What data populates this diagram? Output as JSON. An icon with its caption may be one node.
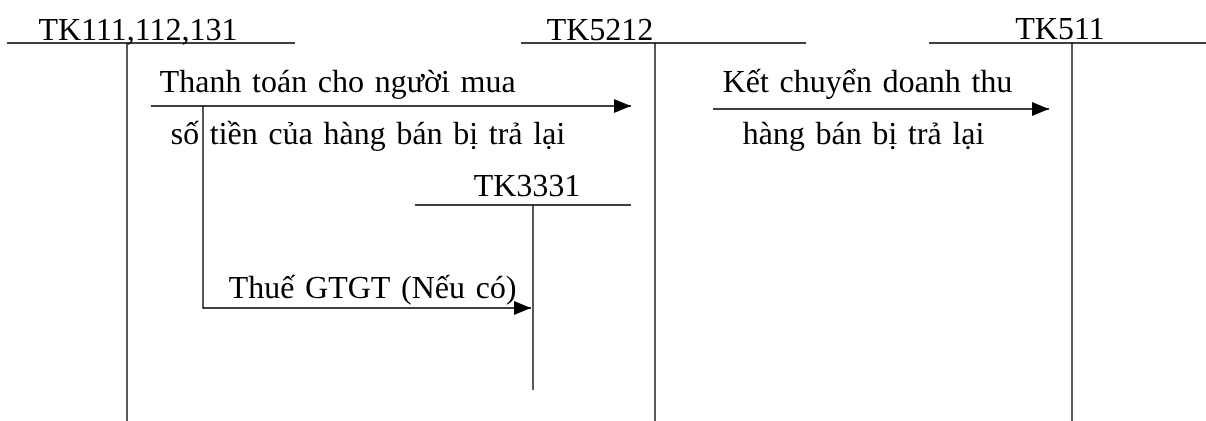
{
  "diagram": {
    "nodes": [
      {
        "text": [
          "TK111,112,131"
        ]
      },
      {
        "text": [
          "TK5212"
        ]
      },
      {
        "text": [
          "TK511"
        ]
      },
      {
        "text": [
          "TK3331"
        ]
      }
    ],
    "edges": [
      {
        "from": 0,
        "to": 1,
        "arrow": "to",
        "label": "Thanh toán cho người mua số tiền của hàng bán bị trả lại"
      },
      {
        "from": 1,
        "to": 2,
        "arrow": "to",
        "label": "Kết chuyển doanh thu hàng bán bị trả lại"
      },
      {
        "from": 0,
        "to": 3,
        "arrow": "to",
        "label": "Thuế GTGT (Nếu có)"
      }
    ]
  }
}
